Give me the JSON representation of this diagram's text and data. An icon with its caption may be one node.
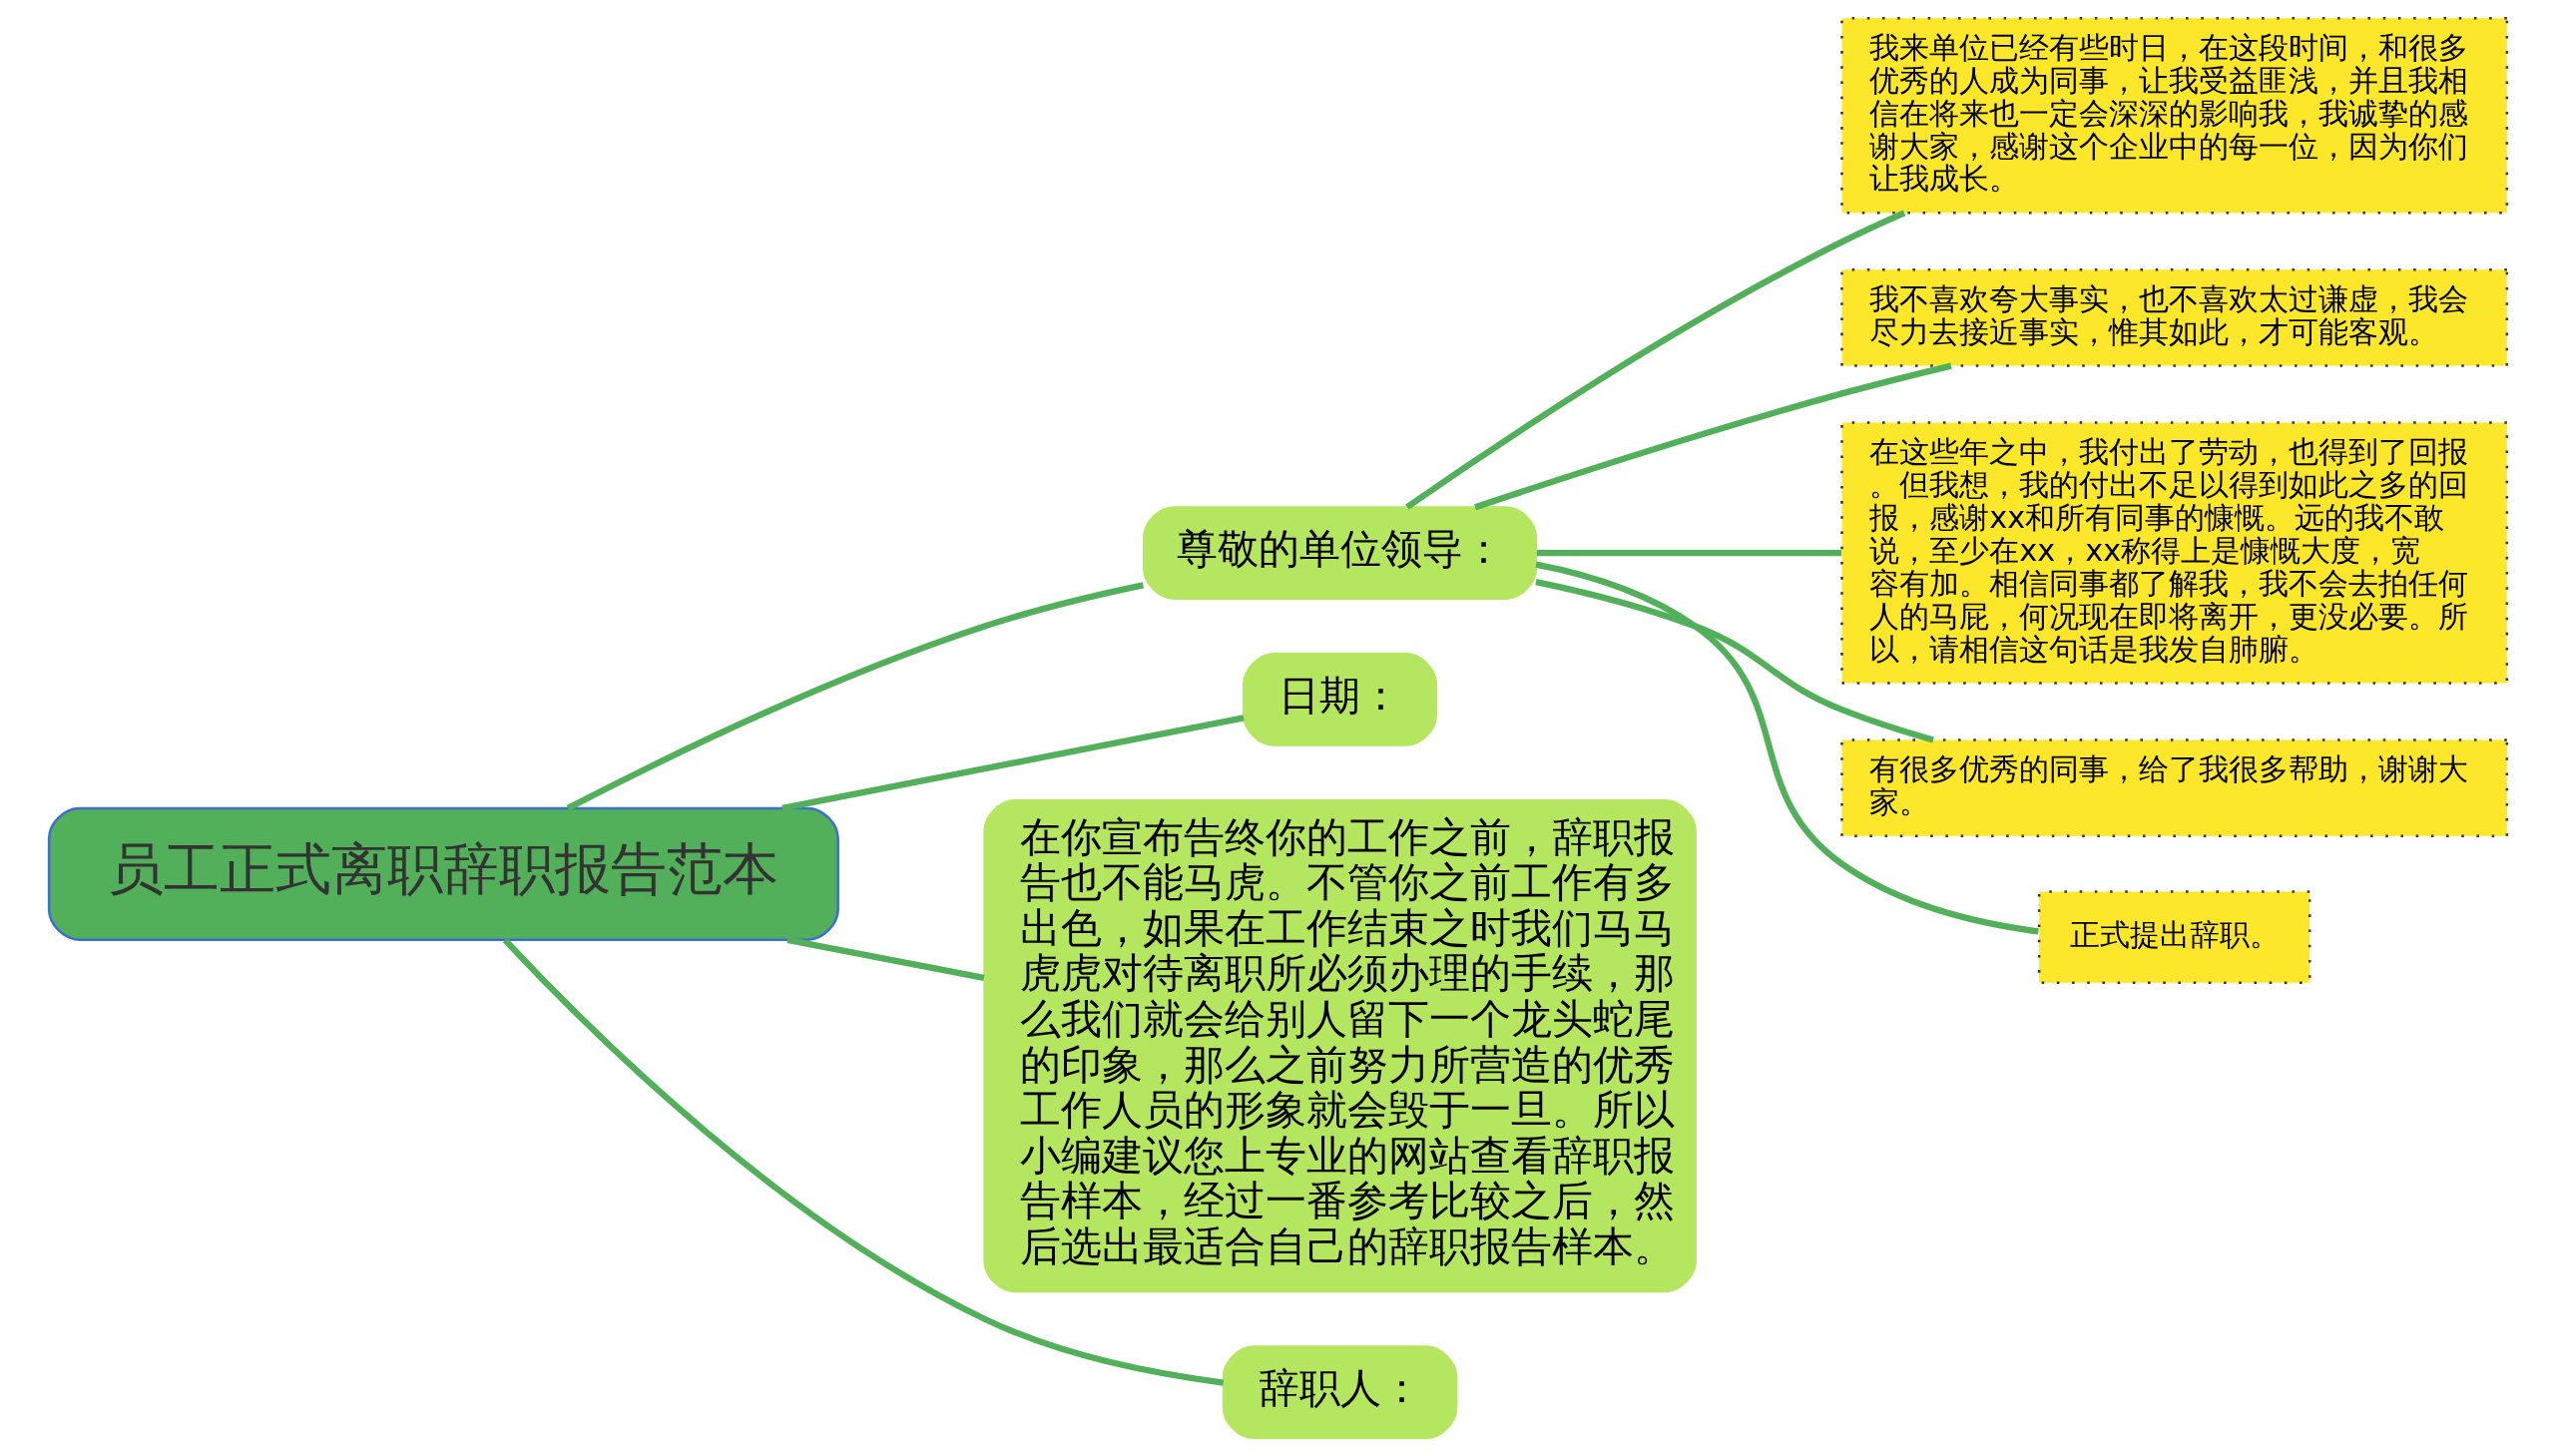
{
  "diagram": {
    "nodes": [
      {
        "text": [
          "员工正式离职辞职报告范本"
        ]
      },
      {
        "text": [
          "尊敬的单位领导："
        ]
      },
      {
        "text": [
          "我来单位已经有些时日，在这段时间，和很多优秀的人成为同事，让我受益匪浅，并且我相信在将来也一定会深深的影响我，我诚挚的感谢大家，感谢这个企业中的每一位，因为你们让我成长。"
        ]
      },
      {
        "text": [
          "我不喜欢夸大事实，也不喜欢太过谦虚，我会尽力去接近事实，惟其如此，才可能客观。"
        ]
      },
      {
        "text": [
          "在这些年之中，我付出了劳动，也得到了回报。但我想，我的付出不足以得到如此之多的回报，感谢xx和所有同事的慷慨。远的我不敢说，至少在xx，xx称得上是慷慨大度，宽容有加。相信同事都了解我，我不会去拍任何人的马屁，何况现在即将离开，更没必要。所以，请相信这句话是我发自肺腑。"
        ]
      },
      {
        "text": [
          "有很多优秀的同事，给了我很多帮助，谢谢大家。"
        ]
      },
      {
        "text": [
          "正式提出辞职。"
        ]
      },
      {
        "text": [
          "日期："
        ]
      },
      {
        "text": [
          "在你宣布告终你的工作之前，辞职报告也不能马虎。不管你之前工作有多出色，如果在工作结束之时我们马马虎虎对待离职所必须办理的手续，那么我们就会给别人留下一个龙头蛇尾的印象，那么之前努力所营造的优秀工作人员的形象就会毁于一旦。所以小编建议您上专业的网站查看辞职报告样本，经过一番参考比较之后，然后选出最适合自己的辞职报告样本。"
        ]
      },
      {
        "text": [
          "辞职人："
        ]
      }
    ],
    "edges": [
      {
        "from": 0,
        "to": 1,
        "arrow": "none"
      },
      {
        "from": 0,
        "to": 7,
        "arrow": "none"
      },
      {
        "from": 0,
        "to": 8,
        "arrow": "none"
      },
      {
        "from": 0,
        "to": 9,
        "arrow": "none"
      },
      {
        "from": 1,
        "to": 2,
        "arrow": "none"
      },
      {
        "from": 1,
        "to": 3,
        "arrow": "none"
      },
      {
        "from": 1,
        "to": 4,
        "arrow": "none"
      },
      {
        "from": 1,
        "to": 5,
        "arrow": "none"
      },
      {
        "from": 1,
        "to": 6,
        "arrow": "none"
      }
    ]
  }
}
